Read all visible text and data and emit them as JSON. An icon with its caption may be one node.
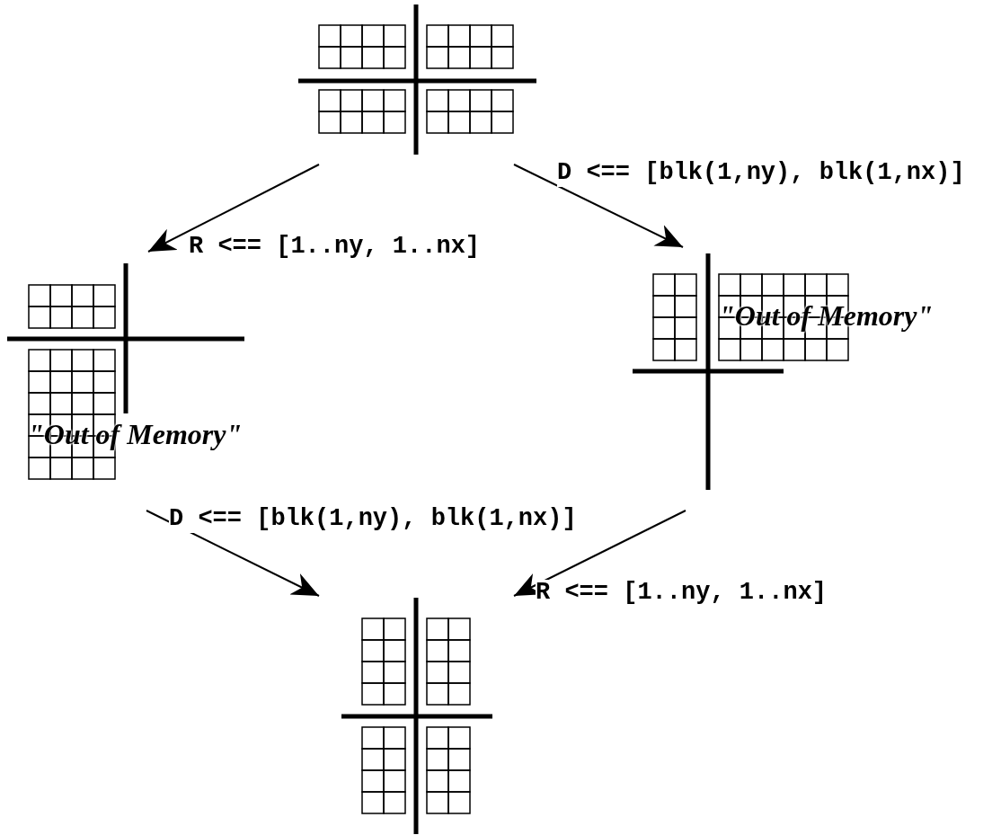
{
  "diagram": {
    "nodes": [
      {
        "text": [],
        "shape": "picture"
      },
      {
        "text": [
          "\"Out of Memory\""
        ]
      },
      {
        "text": [
          "\"Out of Memory\""
        ]
      },
      {
        "text": [],
        "shape": "picture"
      }
    ],
    "edges": [
      {
        "from": 0,
        "to": 1,
        "arrow": "to",
        "label": "R <== [1..ny, 1..nx]"
      },
      {
        "from": 0,
        "to": 2,
        "arrow": "to",
        "label": "D <== [blk(1,ny), blk(1,nx)]"
      },
      {
        "from": 1,
        "to": 3,
        "arrow": "to",
        "label": "D <== [blk(1,ny), blk(1,nx)]"
      },
      {
        "from": 2,
        "to": 3,
        "arrow": "to",
        "label": "R <== [1..ny, 1..nx]"
      }
    ]
  }
}
